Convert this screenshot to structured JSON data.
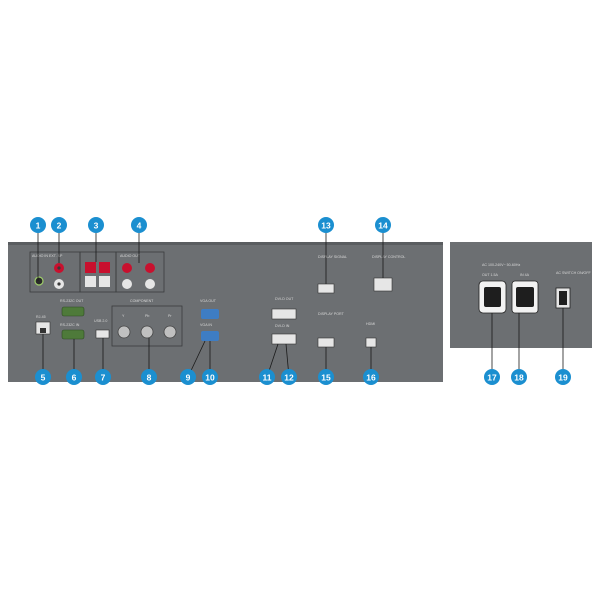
{
  "colors": {
    "panel": "#6c6f72",
    "panel_edge": "#4a4c4e",
    "callout": "#1b8fd0",
    "port_red": "#c8102e",
    "port_blue": "#3e7dc4"
  },
  "labels": {
    "audio_in": "AUDIO IN",
    "ext_sp": "EXT. SP",
    "audio_out": "AUDIO OUT",
    "rs232c_out": "RS-232C OUT",
    "rj45": "RJ-45",
    "rs232c_in": "RS-232C IN",
    "usb": "USB 2.0",
    "component": "COMPONENT",
    "comp_y": "Y",
    "comp_pb": "Pb",
    "comp_pr": "Pr",
    "vga_out": "VGA OUT",
    "vga_in": "VGA IN",
    "dvid_out": "DVI-D OUT",
    "dvid_in": "DVI-D IN",
    "dp_out": "DISPLAY SIGNAL",
    "display_control": "DISPLAY CONTROL",
    "dp_in": "DISPLAY PORT",
    "hdmi": "HDMI",
    "ac_rating": "AC 100-240V~ 50-60Hz",
    "ac_out": "OUT 1.5A",
    "ac_in": "IN 4A",
    "ac_switch": "AC SWITCH ON/OFF"
  },
  "callouts": [
    "1",
    "2",
    "3",
    "4",
    "5",
    "6",
    "7",
    "8",
    "9",
    "10",
    "11",
    "12",
    "13",
    "14",
    "15",
    "16",
    "17",
    "18",
    "19"
  ]
}
